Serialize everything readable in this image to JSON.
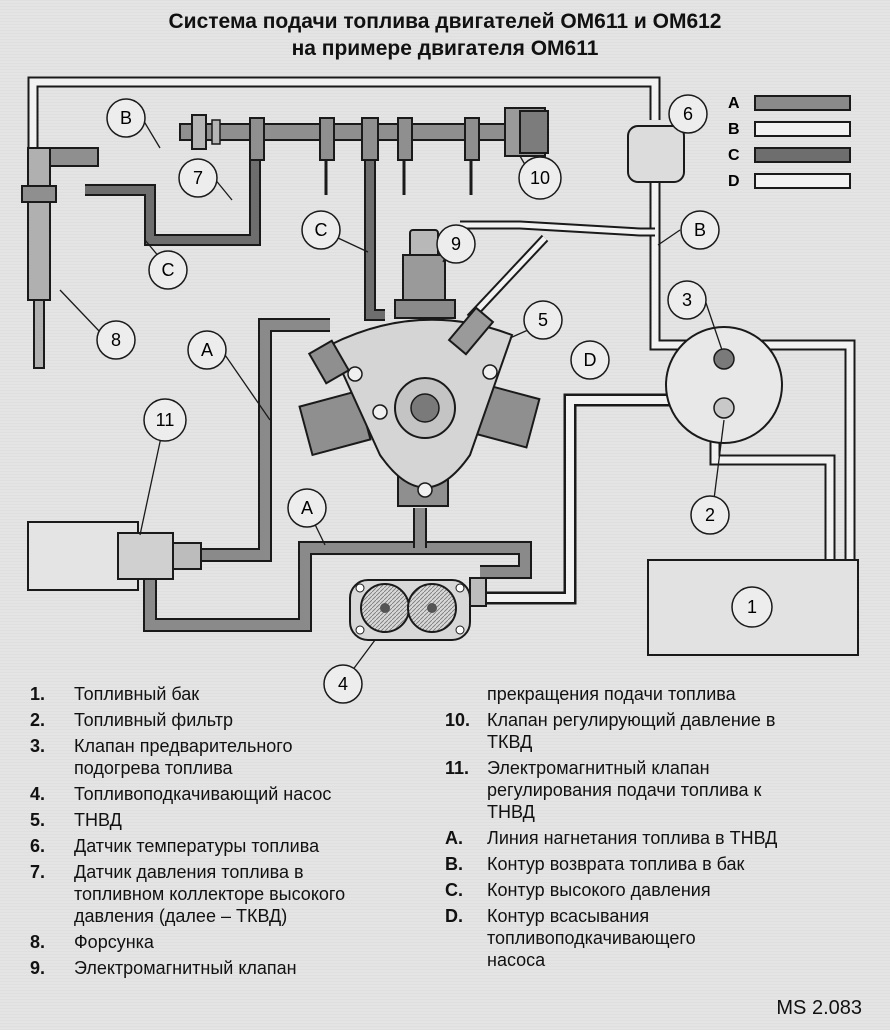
{
  "title": {
    "line1": "Система подачи топлива двигателей ОМ611 и ОМ612",
    "line2": "на примере двигателя ОМ611"
  },
  "line_key": [
    "A",
    "B",
    "C",
    "D"
  ],
  "callouts": {
    "n1": "1",
    "n2": "2",
    "n3": "3",
    "n4": "4",
    "n5": "5",
    "n6": "6",
    "n7": "7",
    "n8": "8",
    "n9": "9",
    "n10": "10",
    "n11": "11",
    "a": "A",
    "b": "B",
    "c": "C",
    "d": "D"
  },
  "legend_left": [
    {
      "num": "1.",
      "lines": [
        "Топливный бак"
      ]
    },
    {
      "num": "2.",
      "lines": [
        "Топливный фильтр"
      ]
    },
    {
      "num": "3.",
      "lines": [
        "Клапан предварительного",
        "подогрева топлива"
      ]
    },
    {
      "num": "4.",
      "lines": [
        "Топливоподкачивающий насос"
      ]
    },
    {
      "num": "5.",
      "lines": [
        "ТНВД"
      ]
    },
    {
      "num": "6.",
      "lines": [
        "Датчик температуры топлива"
      ]
    },
    {
      "num": "7.",
      "lines": [
        "Датчик давления топлива в",
        "топливном коллекторе высокого",
        "давления (далее – ТКВД)"
      ]
    },
    {
      "num": "8.",
      "lines": [
        "Форсунка"
      ]
    },
    {
      "num": "9.",
      "lines": [
        "Электромагнитный клапан"
      ]
    }
  ],
  "legend_right": [
    {
      "num": "",
      "lines": [
        "прекращения подачи топлива"
      ]
    },
    {
      "num": "10.",
      "lines": [
        "Клапан регулирующий давление в",
        "ТКВД"
      ]
    },
    {
      "num": "11.",
      "lines": [
        "Электромагнитный клапан",
        "регулирования подачи топлива к",
        "ТНВД"
      ]
    },
    {
      "num": "A.",
      "lines": [
        "Линия нагнетания топлива в ТНВД"
      ]
    },
    {
      "num": "B.",
      "lines": [
        "Контур возврата топлива в бак"
      ]
    },
    {
      "num": "C.",
      "lines": [
        "Контур высокого давления"
      ]
    },
    {
      "num": "D.",
      "lines": [
        "Контур всасывания",
        "топливоподкачивающего",
        "насоса"
      ]
    }
  ],
  "reference": "MS 2.083",
  "colors": {
    "line_a": "#8a8a8a",
    "line_b": "#f2f2f2",
    "line_c": "#6e6e6e",
    "line_d": "#f2f2f2",
    "component": "#8f8f8f",
    "outline": "#1a1a1a"
  }
}
